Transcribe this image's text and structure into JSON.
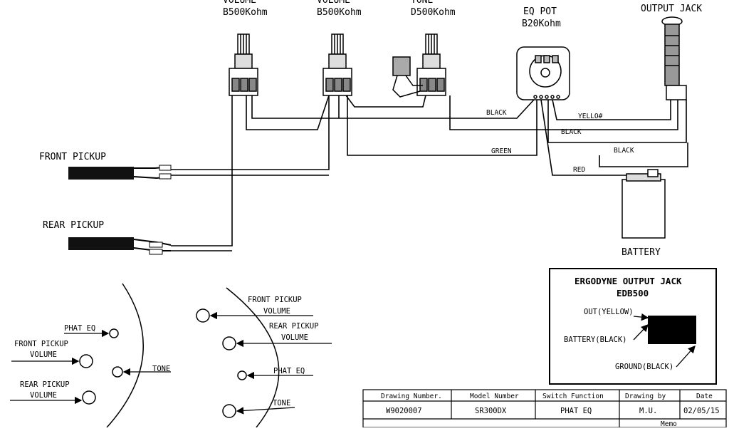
{
  "pots": {
    "volume_front": {
      "name": "VOLUME",
      "value": "B500Kohm"
    },
    "volume_rear": {
      "name": "VOLUME",
      "value": "B500Kohm"
    },
    "tone": {
      "name": "TONE",
      "value": "D500Kohm"
    },
    "eq": {
      "name": "EQ POT",
      "value": "B20Kohm"
    }
  },
  "output_jack_label": "OUTPUT JACK",
  "battery_label": "BATTERY",
  "pickups": {
    "front": "FRONT PICKUP",
    "rear": "REAR PICKUP"
  },
  "wires": {
    "black1": "BLACK",
    "yellow": "YELLO#",
    "black2": "BLACK",
    "green": "GREEN",
    "black3": "BLACK",
    "red": "RED"
  },
  "layout_left": {
    "phat_eq": "PHAT EQ",
    "front_vol_1": "FRONT PICKUP",
    "front_vol_2": "VOLUME",
    "rear_vol_1": "REAR PICKUP",
    "rear_vol_2": "VOLUME",
    "tone": "TONE"
  },
  "layout_right": {
    "front_vol_1": "FRONT PICKUP",
    "front_vol_2": "VOLUME",
    "rear_vol_1": "REAR PICKUP",
    "rear_vol_2": "VOLUME",
    "phat_eq": "PHAT EQ",
    "tone": "TONE"
  },
  "ergodyne": {
    "title1": "ERGODYNE OUTPUT JACK",
    "title2": "EDB500",
    "out": "OUT(YELLOW)",
    "battery": "BATTERY(BLACK)",
    "ground": "GROUND(BLACK)"
  },
  "title_block": {
    "headers": [
      "Drawing Number.",
      "Model Number",
      "Switch Function",
      "Drawing by",
      "Date"
    ],
    "values": [
      "W9020007",
      "SR300DX",
      "PHAT EQ",
      "M.U.",
      "02/05/15"
    ],
    "memo": "Memo"
  }
}
